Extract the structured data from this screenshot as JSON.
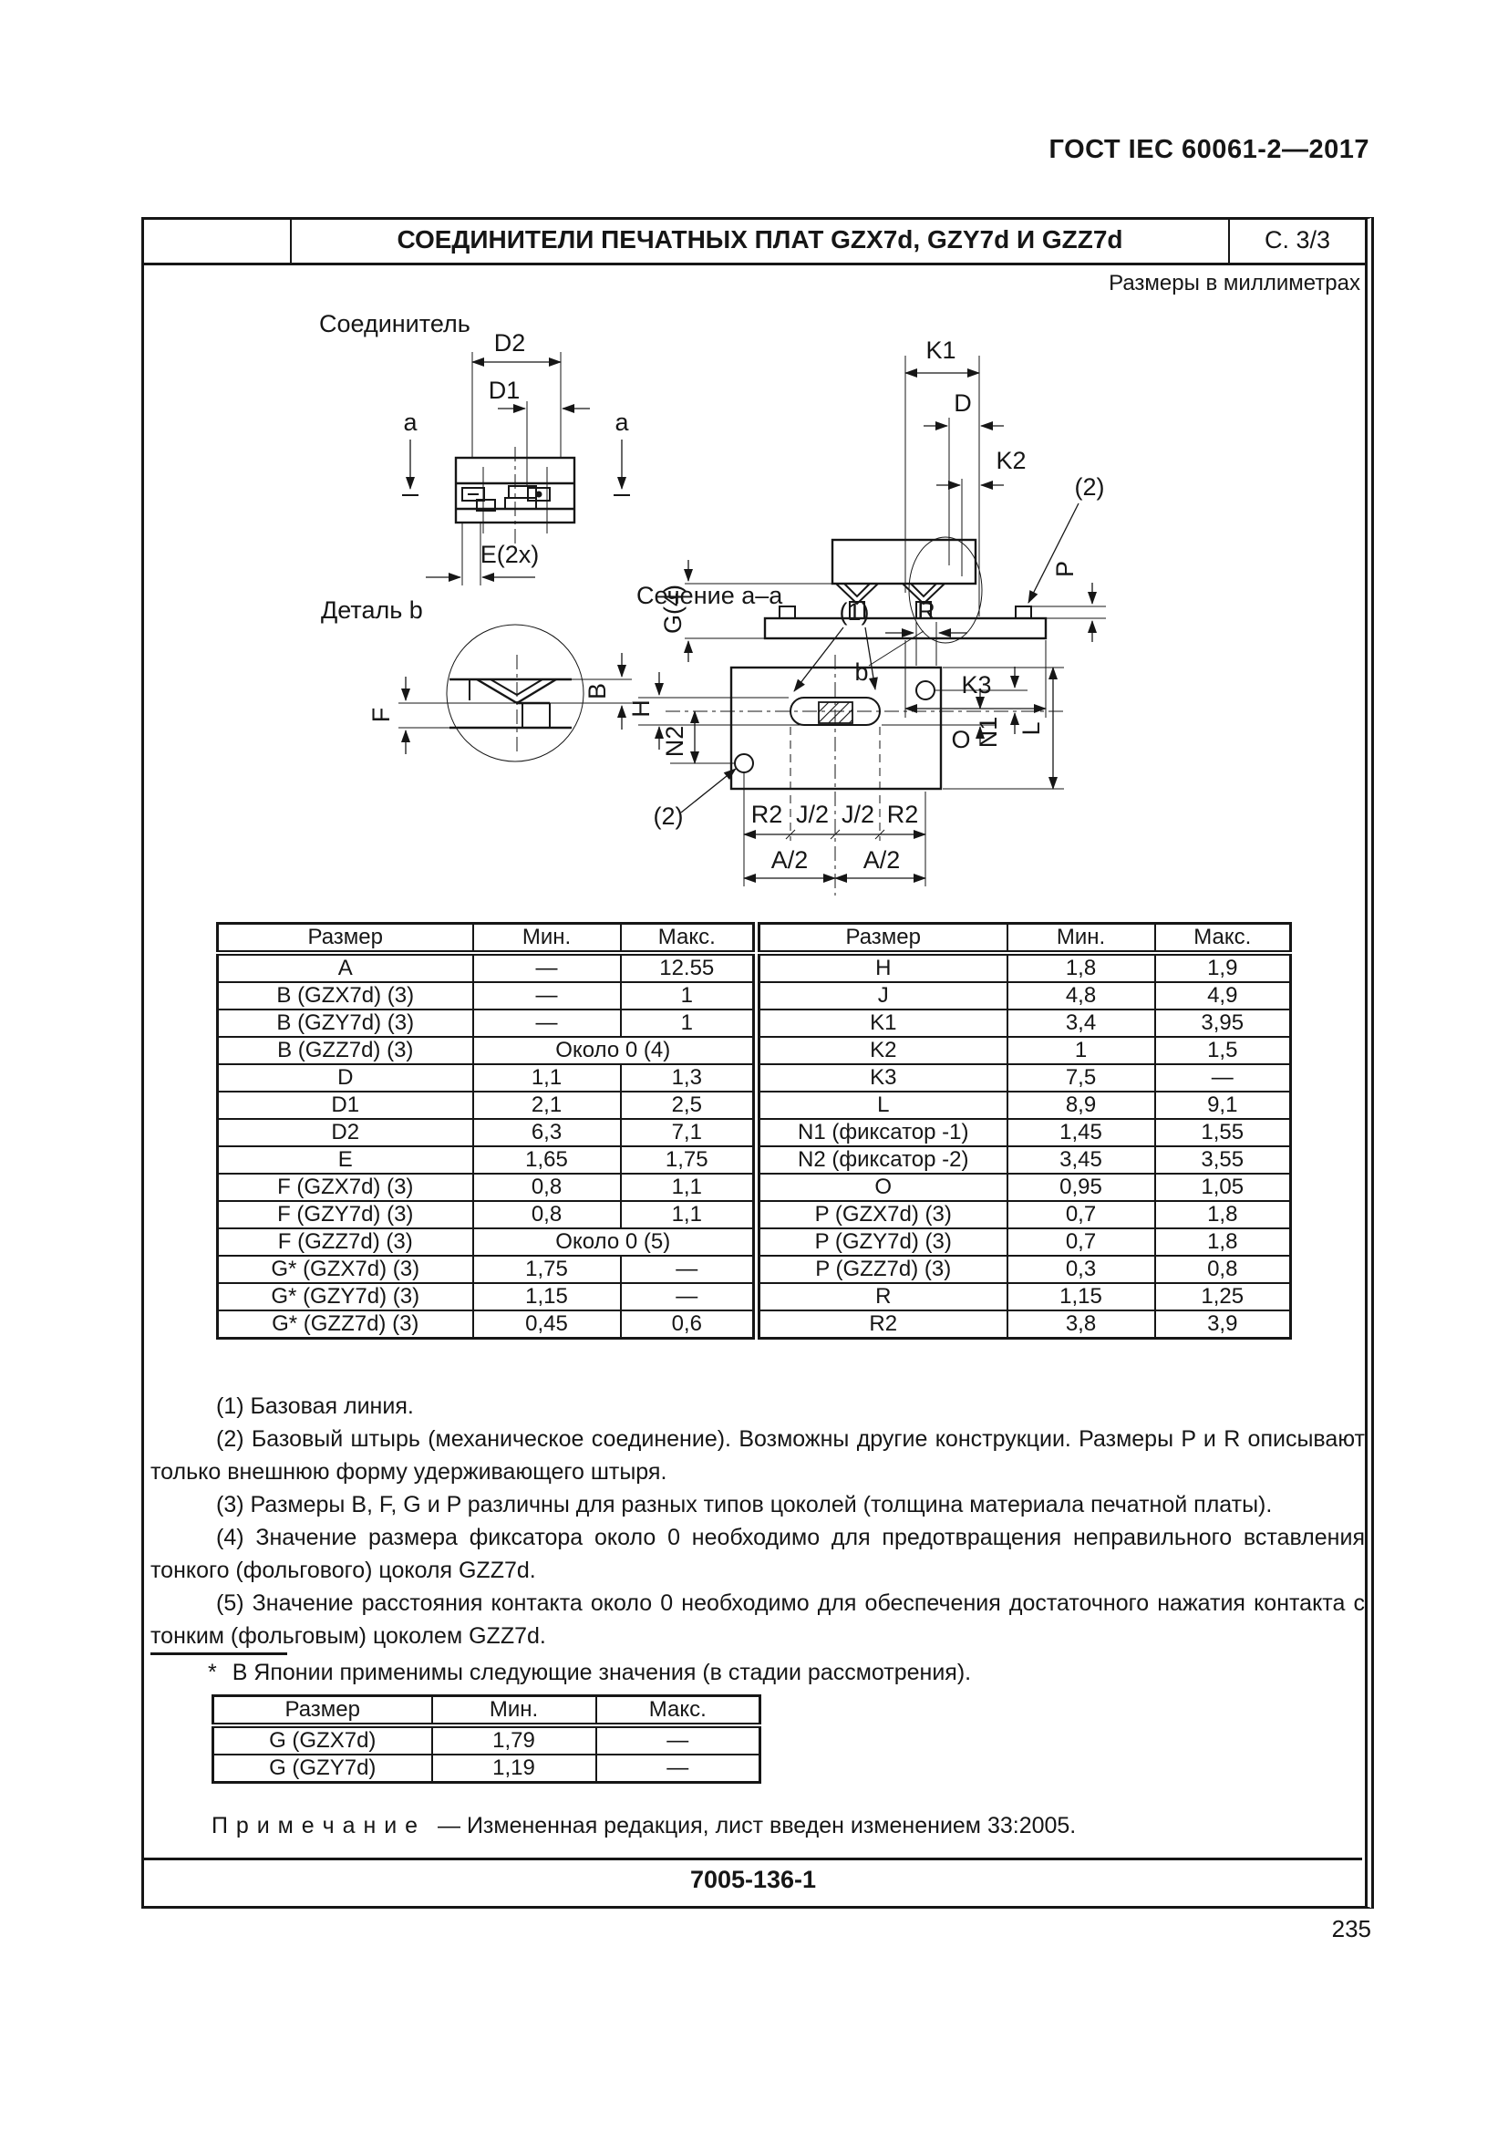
{
  "page": {
    "standard": "ГОСТ IEC 60061-2—2017",
    "page_number": "235",
    "doc_number": "7005-136-1",
    "units_note": "Размеры в миллиметрах"
  },
  "title_bar": {
    "title": "СОЕДИНИТЕЛИ ПЕЧАТНЫХ ПЛАТ GZX7d, GZY7d И GZZ7d",
    "sheet": "С. 3/3"
  },
  "figures": {
    "connector": {
      "title": "Соединитель",
      "labels": {
        "d2": "D2",
        "d1": "D1",
        "a_left": "a",
        "a_right": "a",
        "e": "E(2x)"
      }
    },
    "side_view": {
      "labels": {
        "k1": "K1",
        "d": "D",
        "k2": "K2",
        "ref2": "(2)",
        "p": "P",
        "g4": "G(4)",
        "b": "b",
        "k3": "K3"
      }
    },
    "detail_b": {
      "title": "Деталь b",
      "labels": {
        "f": "F",
        "b": "B"
      }
    },
    "section": {
      "title": "Сечение a–a",
      "labels": {
        "ref1": "(1)",
        "r": "R",
        "h": "H",
        "n2": "N2",
        "ref2": "(2)",
        "o": "O",
        "n1": "N1",
        "l": "L",
        "r2_left": "R2",
        "j2_left": "J/2",
        "j2_right": "J/2",
        "r2_right": "R2",
        "a2_left": "A/2",
        "a2_right": "A/2"
      }
    }
  },
  "tables": {
    "headers": [
      "Размер",
      "Мин.",
      "Макс."
    ],
    "left": {
      "rows": [
        [
          "A",
          "—",
          "12.55"
        ],
        [
          "B (GZX7d) (3)",
          "—",
          "1"
        ],
        [
          "B (GZY7d) (3)",
          "—",
          "1"
        ],
        [
          "B (GZZ7d) (3)",
          "Около 0 (4)"
        ],
        [
          "D",
          "1,1",
          "1,3"
        ],
        [
          "D1",
          "2,1",
          "2,5"
        ],
        [
          "D2",
          "6,3",
          "7,1"
        ],
        [
          "E",
          "1,65",
          "1,75"
        ],
        [
          "F (GZX7d) (3)",
          "0,8",
          "1,1"
        ],
        [
          "F (GZY7d) (3)",
          "0,8",
          "1,1"
        ],
        [
          "F (GZZ7d) (3)",
          "Около 0 (5)"
        ],
        [
          "G* (GZX7d) (3)",
          "1,75",
          "—"
        ],
        [
          "G* (GZY7d) (3)",
          "1,15",
          "—"
        ],
        [
          "G* (GZZ7d) (3)",
          "0,45",
          "0,6"
        ]
      ]
    },
    "right": {
      "rows": [
        [
          "H",
          "1,8",
          "1,9"
        ],
        [
          "J",
          "4,8",
          "4,9"
        ],
        [
          "K1",
          "3,4",
          "3,95"
        ],
        [
          "K2",
          "1",
          "1,5"
        ],
        [
          "K3",
          "7,5",
          "—"
        ],
        [
          "L",
          "8,9",
          "9,1"
        ],
        [
          "N1 (фиксатор -1)",
          "1,45",
          "1,55"
        ],
        [
          "N2 (фиксатор -2)",
          "3,45",
          "3,55"
        ],
        [
          "O",
          "0,95",
          "1,05"
        ],
        [
          "P (GZX7d) (3)",
          "0,7",
          "1,8"
        ],
        [
          "P (GZY7d) (3)",
          "0,7",
          "1,8"
        ],
        [
          "P (GZZ7d) (3)",
          "0,3",
          "0,8"
        ],
        [
          "R",
          "1,15",
          "1,25"
        ],
        [
          "R2",
          "3,8",
          "3,9"
        ]
      ]
    }
  },
  "notes": [
    "(1) Базовая линия.",
    "(2) Базовый штырь (механическое соединение). Возможны другие конструкции. Размеры P и R описывают только внешнюю форму удерживающего штыря.",
    "(3) Размеры B, F, G и P различны для разных типов цоколей (толщина материала печатной платы).",
    "(4) Значение размера фиксатора около 0 необходимо для предотвращения неправильного вставления тонкого (фольгового) цоколя GZZ7d.",
    "(5) Значение расстояния контакта около 0 необходимо для обеспечения достаточного нажатия контакта с тонким (фольговым) цоколем GZZ7d."
  ],
  "footnote": {
    "marker": "*",
    "text": "В Японии применимы следующие значения (в стадии рассмотрения).",
    "table": {
      "headers": [
        "Размер",
        "Мин.",
        "Макс."
      ],
      "rows": [
        [
          "G (GZX7d)",
          "1,79",
          "—"
        ],
        [
          "G (GZY7d)",
          "1,19",
          "—"
        ]
      ]
    }
  },
  "remark": {
    "label": "П р и м е ч а н и е",
    "text": "—  Измененная редакция, лист введен изменением 33:2005."
  }
}
